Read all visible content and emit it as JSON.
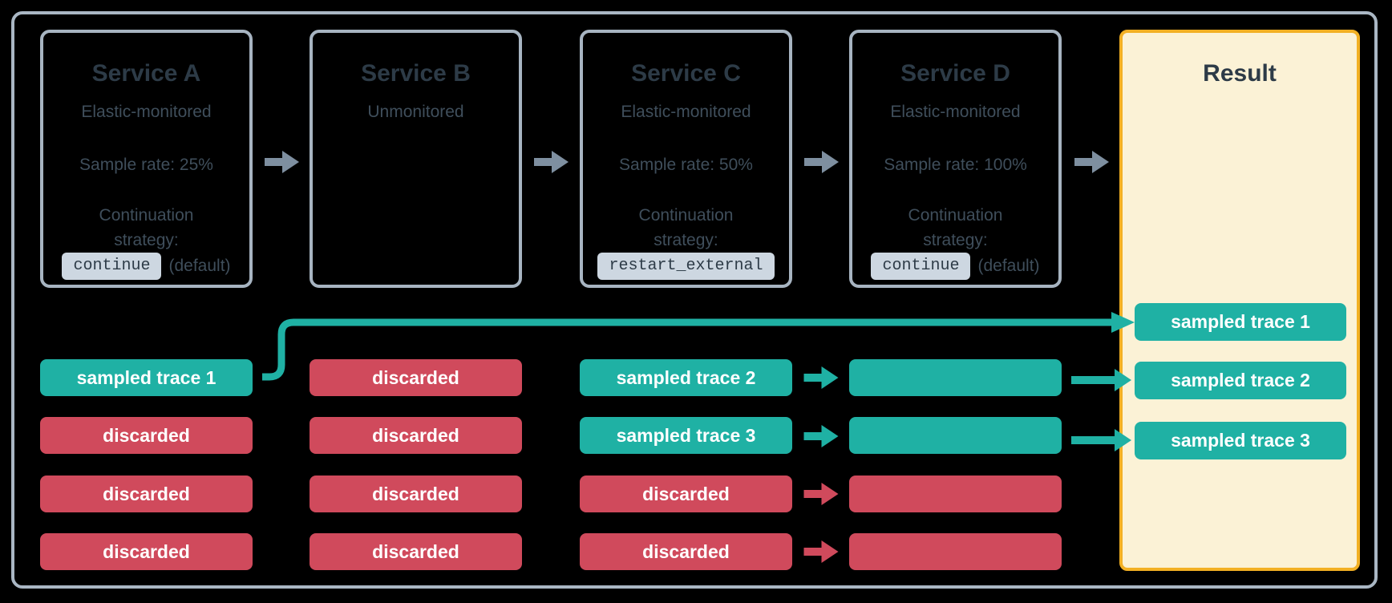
{
  "diagram": {
    "services": [
      {
        "id": "A",
        "title": "Service A",
        "monitoring": "Elastic-monitored",
        "sample_rate": "Sample rate: 25%",
        "continuation_label": "Continuation strategy:",
        "strategy": "continue",
        "strategy_suffix": "(default)",
        "traces": [
          {
            "label": "sampled trace 1",
            "type": "sampled"
          },
          {
            "label": "discarded",
            "type": "discarded"
          },
          {
            "label": "discarded",
            "type": "discarded"
          },
          {
            "label": "discarded",
            "type": "discarded"
          }
        ]
      },
      {
        "id": "B",
        "title": "Service B",
        "monitoring": "Unmonitored",
        "traces": [
          {
            "label": "discarded",
            "type": "discarded"
          },
          {
            "label": "discarded",
            "type": "discarded"
          },
          {
            "label": "discarded",
            "type": "discarded"
          },
          {
            "label": "discarded",
            "type": "discarded"
          }
        ]
      },
      {
        "id": "C",
        "title": "Service C",
        "monitoring": "Elastic-monitored",
        "sample_rate": "Sample rate: 50%",
        "continuation_label": "Continuation strategy:",
        "strategy": "restart_external",
        "traces": [
          {
            "label": "sampled trace 2",
            "type": "sampled"
          },
          {
            "label": "sampled trace 3",
            "type": "sampled"
          },
          {
            "label": "discarded",
            "type": "discarded"
          },
          {
            "label": "discarded",
            "type": "discarded"
          }
        ]
      },
      {
        "id": "D",
        "title": "Service D",
        "monitoring": "Elastic-monitored",
        "sample_rate": "Sample rate: 100%",
        "continuation_label": "Continuation strategy:",
        "strategy": "continue",
        "strategy_suffix": "(default)",
        "traces": [
          {
            "label": "",
            "type": "sampled"
          },
          {
            "label": "",
            "type": "sampled"
          },
          {
            "label": "",
            "type": "discarded"
          },
          {
            "label": "",
            "type": "discarded"
          }
        ]
      }
    ],
    "result": {
      "title": "Result",
      "traces": [
        {
          "label": "sampled trace 1",
          "type": "sampled"
        },
        {
          "label": "sampled trace 2",
          "type": "sampled"
        },
        {
          "label": "sampled trace 3",
          "type": "sampled"
        }
      ]
    },
    "colors": {
      "sampled_teal": "#1fb1a4",
      "discarded_red": "#d04a5c",
      "result_border": "#f2b024",
      "result_bg": "#fbf2d6",
      "box_border": "#a7b4c1",
      "frame_border": "#aab7c4",
      "flow_arrow_gray": "#7e8fa0",
      "title_text": "#2d3b47",
      "body_text": "#3f4e5b",
      "chip_bg": "#cdd7e1"
    }
  }
}
